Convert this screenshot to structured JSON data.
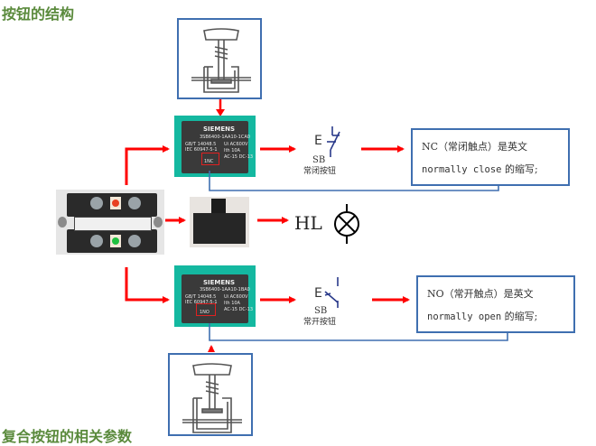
{
  "heading_top": "按钮的结构",
  "heading_bottom": "复合按钮的相关参数",
  "nc_branch": {
    "symbol_letter": "E",
    "symbol_code": "SB",
    "symbol_caption": "常闭按钮",
    "note_line1": "NC（常闭触点）是英文",
    "note_line2_mono": "normally close",
    "note_line2_tail": " 的缩写;",
    "contact_brand": "SIEMENS",
    "contact_model": "3SB6400-1AA10-1CA0",
    "contact_std": "GB/T 14048.5",
    "contact_iec": "IEC 60947-5-1",
    "contact_ui": "Ui  AC600V",
    "contact_ith": "Ith  10A",
    "contact_ac": "AC-15  DC-13",
    "contact_type": "1NC"
  },
  "no_branch": {
    "symbol_letter": "E",
    "symbol_code": "SB",
    "symbol_caption": "常开按钮",
    "note_line1": "NO（常开触点）是英文",
    "note_line2_mono": "normally open",
    "note_line2_tail": " 的缩写;",
    "contact_brand": "SIEMENS",
    "contact_model": "3SB6400-1AA10-1BA0",
    "contact_std": "GB/T 14048.5",
    "contact_iec": "IEC 60947-5-1",
    "contact_ui": "Ui  AC600V",
    "contact_ith": "Ith  10A",
    "contact_ac": "AC-15  DC-13",
    "contact_type": "1NO"
  },
  "lamp_branch": {
    "label": "HL"
  },
  "colors": {
    "arrow": "#ff0000",
    "frame": "#3f6fb0",
    "heading": "#5a8a3c",
    "contact_bg": "#14b8a0"
  }
}
